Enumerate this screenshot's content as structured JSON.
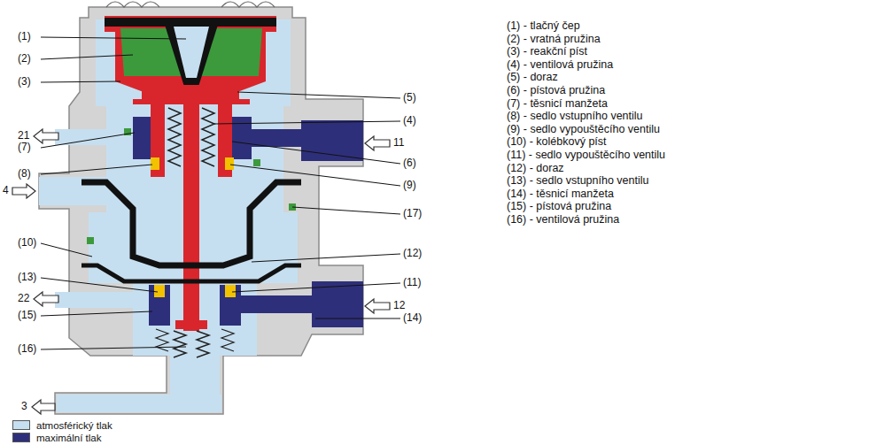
{
  "diagram": {
    "labels": [
      "(1)",
      "(2)",
      "(3)",
      "(5)",
      "(4)",
      "21",
      "(7)",
      "11",
      "(6)",
      "(8)",
      "(9)",
      "4",
      "(17)",
      "(10)",
      "(12)",
      "(13)",
      "(11)",
      "22",
      "12",
      "(15)",
      "(14)",
      "(16)",
      "3",
      "(1) - tlačný čep",
      "(2) - vratná pružina",
      "(3) - reakční píst",
      "(4) - ventilová pružina",
      "(5) - doraz",
      "(6) - pístová pružina",
      "(7) - těsnicí manžeta",
      "(8) - sedlo vstupního ventilu",
      "(9) - sedlo vypouštěcího ventilu",
      "(10) - kolébkový píst",
      "(11) - sedlo vypouštěcího ventilu",
      "(12) - doraz",
      "(13) - sedlo vstupního ventilu",
      "(14) - těsnicí manžeta",
      "(15) - pístová pružina",
      "(16) - ventilová pružina"
    ],
    "legend": [
      {
        "text": "atmosférický tlak",
        "color": "#c6dff0"
      },
      {
        "text": "maximální tlak",
        "color": "#2e2f7a"
      }
    ]
  }
}
